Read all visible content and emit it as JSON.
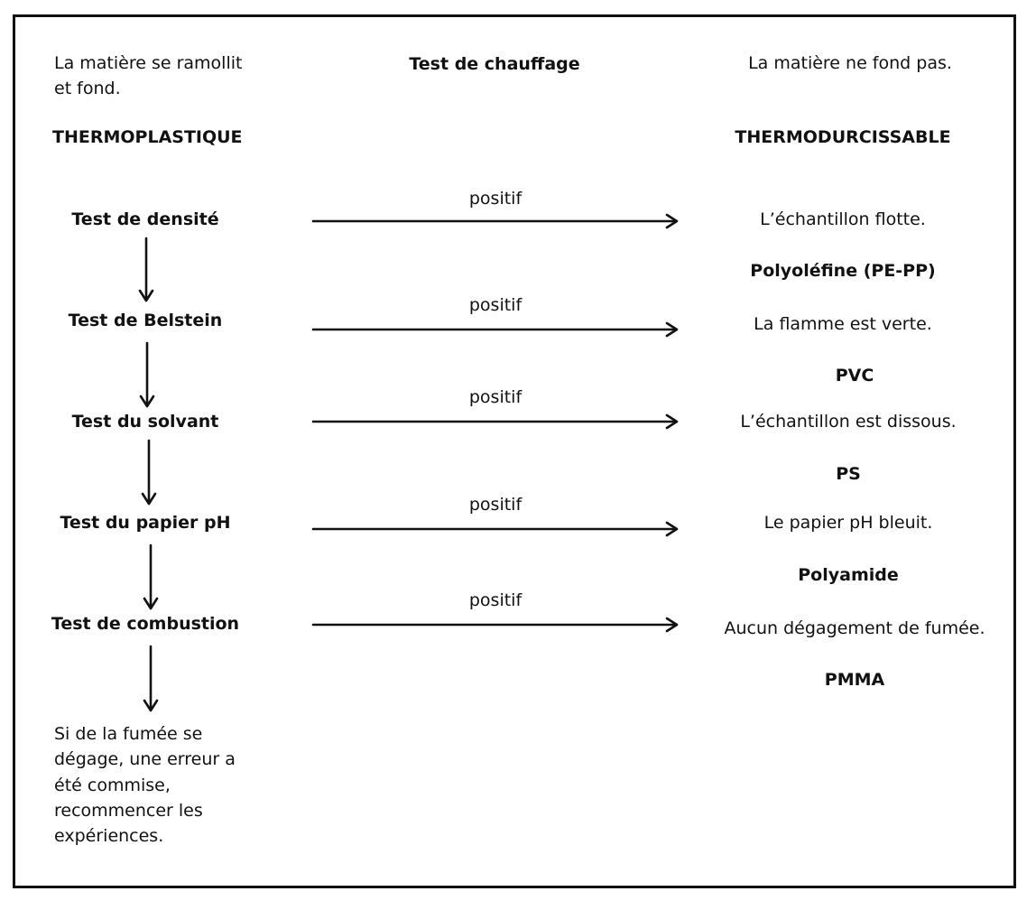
{
  "header": {
    "left_line1": "La matière se ramollit",
    "left_line2": "et fond.",
    "center": "Test de chauffage",
    "right": "La matière ne fond pas.",
    "left_class": "THERMOPLASTIQUE",
    "right_class": "THERMODURCISSABLE"
  },
  "steps": [
    {
      "test": "Test de densité",
      "edge": "positif",
      "observation": "L’échantillon flotte.",
      "result": "Polyoléfine (PE-PP)"
    },
    {
      "test": "Test de Belstein",
      "edge": "positif",
      "observation": "La flamme est verte.",
      "result": "PVC"
    },
    {
      "test": "Test du solvant",
      "edge": "positif",
      "observation": "L’échantillon est dissous.",
      "result": "PS"
    },
    {
      "test": "Test du papier pH",
      "edge": "positif",
      "observation": "Le papier pH bleuit.",
      "result": "Polyamide"
    },
    {
      "test": "Test de combustion",
      "edge": "positif",
      "observation": "Aucun dégagement de fumée.",
      "result": "PMMA"
    }
  ],
  "footer": {
    "line1": "Si de la fumée se",
    "line2": "dégage, une erreur a",
    "line3": "été commise,",
    "line4": "recommencer les",
    "line5": "expériences."
  }
}
